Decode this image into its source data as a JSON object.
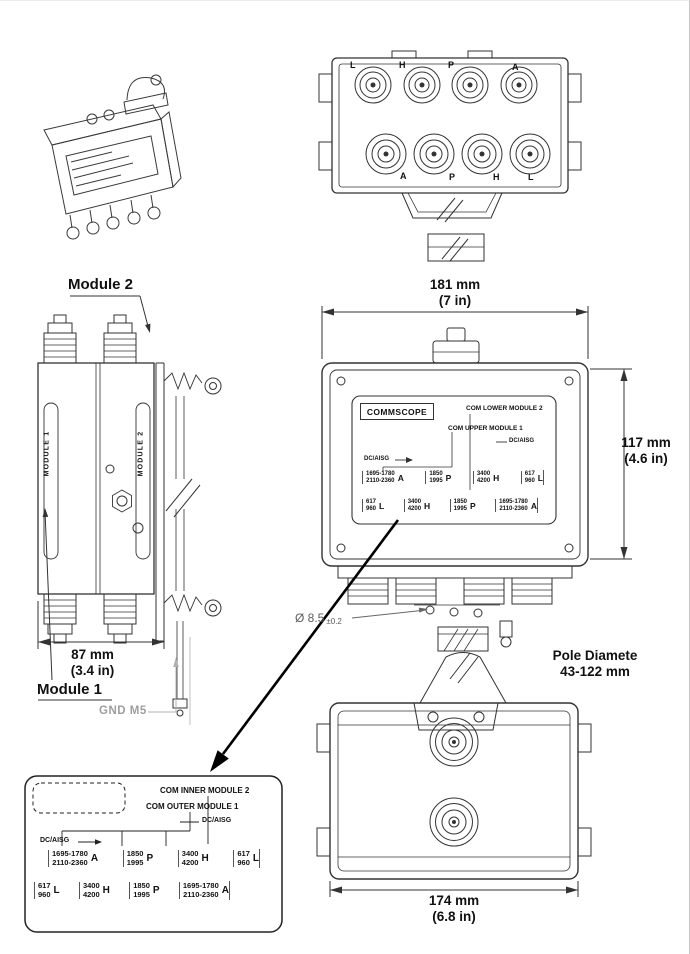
{
  "annotations": {
    "module2_callout": "Module 2",
    "module1_callout": "Module 1",
    "gnd_label": "GND M5",
    "side_width_mm": "87 mm",
    "side_width_in": "(3.4 in)",
    "front_width_mm": "181 mm",
    "front_width_in": "(7 in)",
    "front_height_mm": "117 mm",
    "front_height_in": "(4.6 in)",
    "hole_dia": "Ø 8.5",
    "hole_tol": "±0.2",
    "pole_line1": "Pole Diamete",
    "pole_line2": "43-122 mm",
    "bottom_width_mm": "174 mm",
    "bottom_width_in": "(6.8 in)"
  },
  "top_view": {
    "top_ports": [
      "L",
      "H",
      "P",
      "A"
    ],
    "bottom_ports": [
      "A",
      "P",
      "H",
      "L"
    ]
  },
  "side_view": {
    "module1_tag": "MODULE 1",
    "module2_tag": "MODULE 2"
  },
  "front_label": {
    "brand": "COMMSCOPE",
    "title_lower": "COM LOWER MODULE 2",
    "title_upper": "COM UPPER MODULE 1",
    "dc_aisg_right": "DC/AISG",
    "dc_aisg_left": "DC/AISG",
    "row1": [
      {
        "f1": "1695-1780",
        "f2": "2110-2360",
        "port": "A"
      },
      {
        "f1": "1850",
        "f2": "1995",
        "port": "P"
      },
      {
        "f1": "3400",
        "f2": "4200",
        "port": "H"
      },
      {
        "f1": "617",
        "f2": "960",
        "port": "L"
      }
    ],
    "row2": [
      {
        "f1": "617",
        "f2": "960",
        "port": "L"
      },
      {
        "f1": "3400",
        "f2": "4200",
        "port": "H"
      },
      {
        "f1": "1850",
        "f2": "1995",
        "port": "P"
      },
      {
        "f1": "1695-1780",
        "f2": "2110-2360",
        "port": "A"
      }
    ]
  },
  "detail_label": {
    "title_inner": "COM INNER MODULE 2",
    "title_outer": "COM OUTER MODULE 1",
    "dc_aisg_right": "DC/AISG",
    "dc_aisg_left": "DC/AISG",
    "row1": [
      {
        "f1": "1695-1780",
        "f2": "2110-2360",
        "port": "A"
      },
      {
        "f1": "1850",
        "f2": "1995",
        "port": "P"
      },
      {
        "f1": "3400",
        "f2": "4200",
        "port": "H"
      },
      {
        "f1": "617",
        "f2": "960",
        "port": "L"
      }
    ],
    "row2": [
      {
        "f1": "617",
        "f2": "960",
        "port": "L"
      },
      {
        "f1": "3400",
        "f2": "4200",
        "port": "H"
      },
      {
        "f1": "1850",
        "f2": "1995",
        "port": "P"
      },
      {
        "f1": "1695-1780",
        "f2": "2110-2360",
        "port": "A"
      }
    ]
  }
}
